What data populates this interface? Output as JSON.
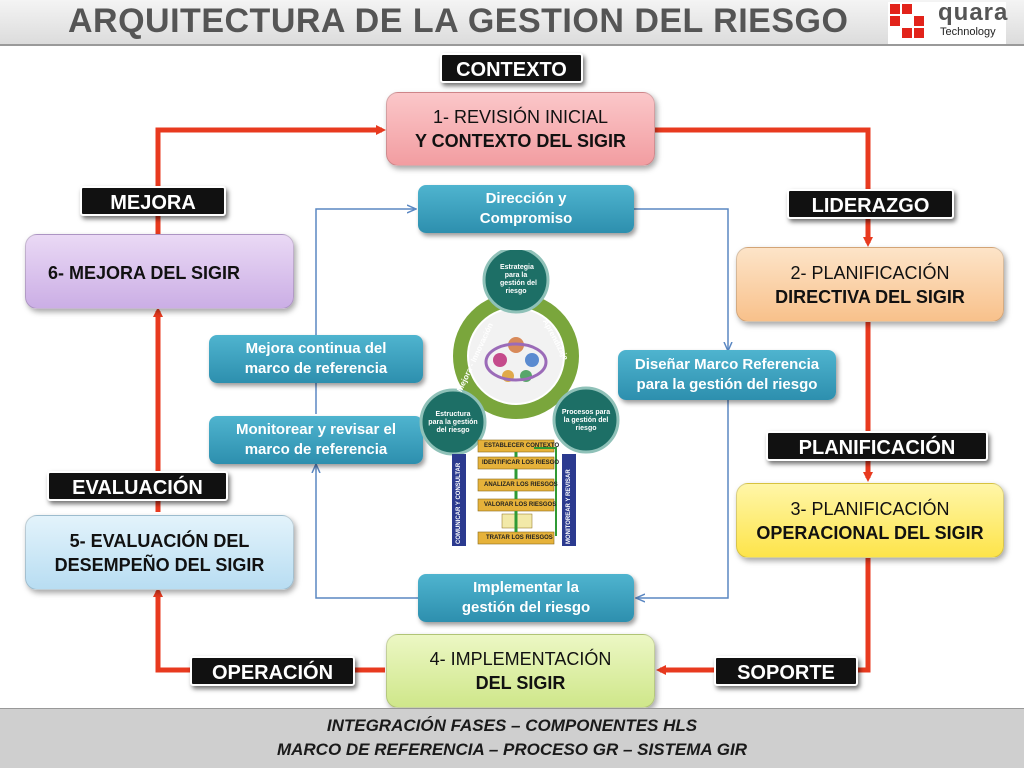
{
  "header": {
    "title": "ARQUITECTURA DE LA GESTION DEL RIESGO",
    "logo": {
      "word": "quara",
      "sub": "Technology"
    }
  },
  "tags": {
    "contexto": "CONTEXTO",
    "mejora": "MEJORA",
    "liderazgo": "LIDERAZGO",
    "planificacion": "PLANIFICACIÓN",
    "evaluacion": "EVALUACIÓN",
    "operacion": "OPERACIÓN",
    "soporte": "SOPORTE"
  },
  "phases": {
    "p1": {
      "line1": "1-  REVISIÓN INICIAL",
      "line2": "Y CONTEXTO DEL SIGIR"
    },
    "p2": {
      "line1": "2- PLANIFICACIÓN",
      "line2": "DIRECTIVA DEL SIGIR"
    },
    "p3": {
      "line1": "3- PLANIFICACIÓN",
      "line2": "OPERACIONAL DEL SIGIR"
    },
    "p4": {
      "line1": "4- IMPLEMENTACIÓN",
      "line2": "DEL SIGIR"
    },
    "p5": {
      "line1": "5-  EVALUACIÓN DEL",
      "line2": "DESEMPEÑO DEL SIGIR"
    },
    "p6": {
      "line1": "6- MEJORA DEL SIGIR"
    }
  },
  "inner": {
    "direccion": {
      "line1": "Dirección  y",
      "line2": "Compromiso"
    },
    "disenar": {
      "line1": "Diseñar Marco Referencia",
      "line2": "para  la gestión del riesgo"
    },
    "implementar": {
      "line1": "Implementar la",
      "line2": "gestión del riesgo"
    },
    "monitorear": {
      "line1": "Monitorear y revisar el",
      "line2": "marco de  referencia"
    },
    "mejora": {
      "line1": "Mejora continua del",
      "line2": "marco de referencia"
    }
  },
  "center": {
    "top_circle": [
      "Estrategia",
      "para la",
      "gestión del",
      "riesgo"
    ],
    "left_circle": [
      "Estructura",
      "para la gestión",
      "del riesgo"
    ],
    "right_circle": [
      "Procesos para",
      "la gestión del",
      "riesgo"
    ],
    "ring_left": "Mejora - Innovación",
    "ring_right": "Aprendizaje",
    "steps": [
      "ESTABLECER CONTEXTO",
      "IDENTIFICAR LOS RIESGO",
      "ANALIZAR  LOS RIESGOS",
      "VALORAR LOS RIESGOS",
      "TRATAR  LOS RIESGOS"
    ],
    "side_left": "COMUNICAR Y CONSULTAR",
    "side_right": "MONITOREAR Y REVISAR",
    "colors": {
      "ring": "#7aa63c",
      "circle": "#1d6f66",
      "bar": "#2b3a8f",
      "step": "#e6b23a"
    }
  },
  "footer": {
    "line1": "INTEGRACIÓN  FASES – COMPONENTES HLS",
    "line2": "MARCO DE REFERENCIA  – PROCESO  GR – SISTEMA GIR"
  },
  "colors": {
    "red_arrow": "#e83a1f",
    "blue_arrow": "#5a87c2",
    "p1": "#f7b3b6",
    "p2": "#fcd7b0",
    "p3": "#fff08a",
    "p4": "#dff0a8",
    "p5": "#cfe9f7",
    "p6": "#dcc6ec"
  }
}
